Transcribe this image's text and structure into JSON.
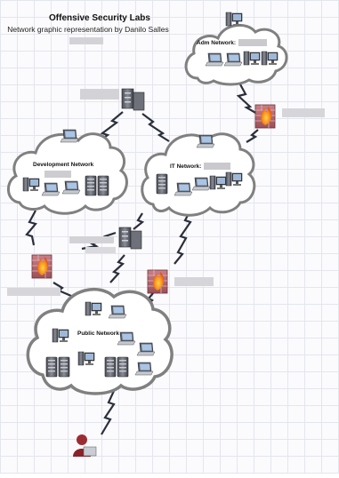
{
  "header": {
    "title": "Offensive Security Labs",
    "subtitle": "Network graphic representation by Danilo Salles"
  },
  "networks": {
    "adm": "Adm Network:",
    "dev": "Development Network",
    "it": "IT Network:",
    "public": "Public Network"
  },
  "colors": {
    "cloud_stroke": "#808080",
    "link": "#2b2f3c",
    "firewall_brick": "#b4636a",
    "firewall_flame": "#f08a1a",
    "redacted": "#d0d0d4"
  }
}
